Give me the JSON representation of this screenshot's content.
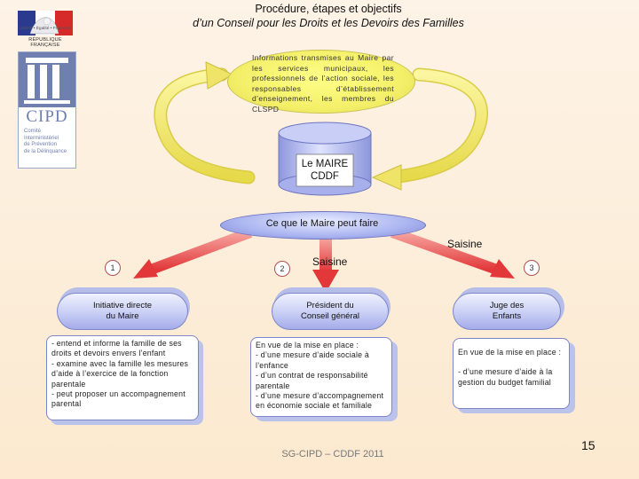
{
  "title": {
    "line1": "Procédure, étapes et objectifs",
    "line2": "d’un Conseil pour les Droits et les Devoirs des Familles"
  },
  "logos": {
    "rf_tagline": "Liberté • Égalité • Fraternité",
    "rf_label": "RÉPUBLIQUE FRANÇAISE",
    "cipd_acronym": "CIPD",
    "cipd_lines": [
      "Comité",
      "Interministériel",
      "de Prévention",
      "de la Délinquance"
    ]
  },
  "info": "Informations transmises au Maire par les services municipaux, les professionnels de l’action sociale, les responsables d’établissement d’enseignement, les membres du CLSPD",
  "center": {
    "line1": "Le MAIRE",
    "line2": "CDDF"
  },
  "ellipse_label": "Ce que le Maire peut faire",
  "saisine_right": "Saisine",
  "saisine_middle": "Saisine",
  "branches": [
    {
      "number": "1",
      "pill_line1": "Initiative directe",
      "pill_line2": "du Maire",
      "details": [
        "- entend et informe la famille de ses",
        "droits et devoirs envers l’enfant",
        "- examine avec la famille les mesures",
        "d’aide à l’exercice de la fonction",
        "parentale",
        "- peut proposer un accompagnement",
        "parental"
      ]
    },
    {
      "number": "2",
      "pill_line1": "Président du",
      "pill_line2": "Conseil général",
      "details": [
        "En vue de la mise en place :",
        "- d’une mesure d’aide sociale à",
        "l’enfance",
        "- d’un contrat de responsabilité",
        "parentale",
        "- d’une mesure d’accompagnement",
        "en économie sociale et familiale"
      ]
    },
    {
      "number": "3",
      "pill_line1": "Juge des",
      "pill_line2": "Enfants",
      "details": [
        "En vue de la mise en place :",
        "",
        "- d’une mesure d’aide à la",
        "gestion du budget familial"
      ]
    }
  ],
  "footer": "SG-CIPD – CDDF 2011",
  "page_number": "15",
  "colors": {
    "background": "#fce9cf",
    "arrow_yellow": "#f2e870",
    "arrow_red": "#e84a48",
    "ellipse_blue": "#aab4f0",
    "cylinder_blue": "#b4bcf2"
  }
}
